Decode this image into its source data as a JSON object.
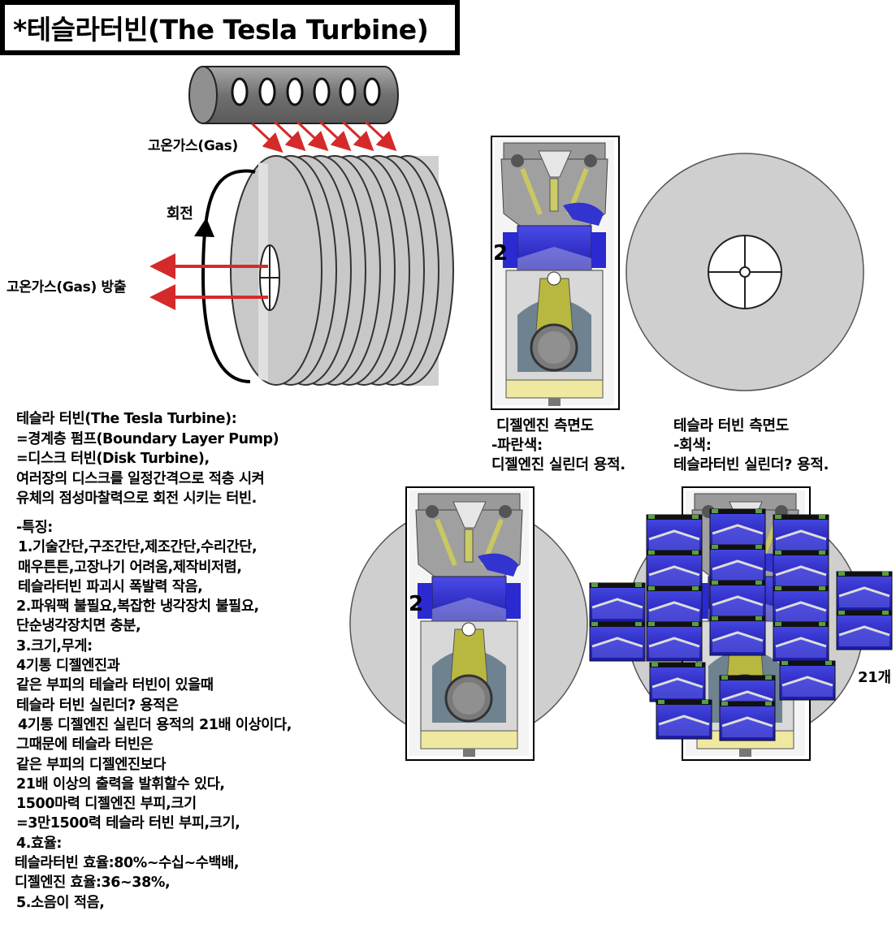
{
  "title": "*테슬라터빈(The Tesla Turbine)",
  "diagram_labels": {
    "gas_in": "고온가스(Gas)",
    "rotation": "회전",
    "gas_out": "고온가스(Gas) 방출",
    "cylinder_number": "2",
    "cylinder_number_2": "2",
    "count": "21개"
  },
  "captions": {
    "diesel": [
      "디젤엔진 측면도",
      "-파란색:",
      "디젤엔진 실린더 용적."
    ],
    "tesla": [
      "테슬라 터빈 측면도",
      "-회색:",
      "테슬라터빈 실린더? 용적."
    ]
  },
  "description": [
    "테슬라 터빈(The Tesla Turbine):",
    "=경계층 펌프(Boundary Layer Pump)",
    "=디스크 터빈(Disk Turbine),",
    "여러장의 디스크를 일정간격으로 적층 시켜",
    "유체의 점성마찰력으로 회전 시키는 터빈."
  ],
  "features": [
    "-특징:",
    "1.기술간단,구조간단,제조간단,수리간단,",
    "매우튼튼,고장나기 어려움,제작비저렴,",
    "테슬라터빈 파괴시 폭발력 작음,",
    "2.파워팩 불필요,복잡한 냉각장치 불필요,",
    "단순냉각장치면 충분,",
    "3.크기,무게:",
    "4기통 디젤엔진과",
    "같은 부피의 테슬라 터빈이 있을때",
    "테슬라 터빈 실린더? 용적은",
    "4기통 디젤엔진 실린더 용적의 21배 이상이다,",
    "그때문에 테슬라 터빈은",
    "같은 부피의 디젤엔진보다",
    "21배 이상의 출력을 발휘할수 있다,",
    "1500마력 디젤엔진 부피,크기",
    "=3만1500력 테슬라 터빈 부피,크기,",
    "4.효율:",
    "테슬라터빈 효율:80%~수십~수백배,",
    "디젤엔진 효율:36~38%,",
    "5.소음이 적음,"
  ],
  "colors": {
    "gas_arrow": "#d42a2a",
    "piston_blue": "#2a2ad0",
    "disk_gray": "#c8c8c8",
    "rod_yellow": "#b8b840"
  }
}
